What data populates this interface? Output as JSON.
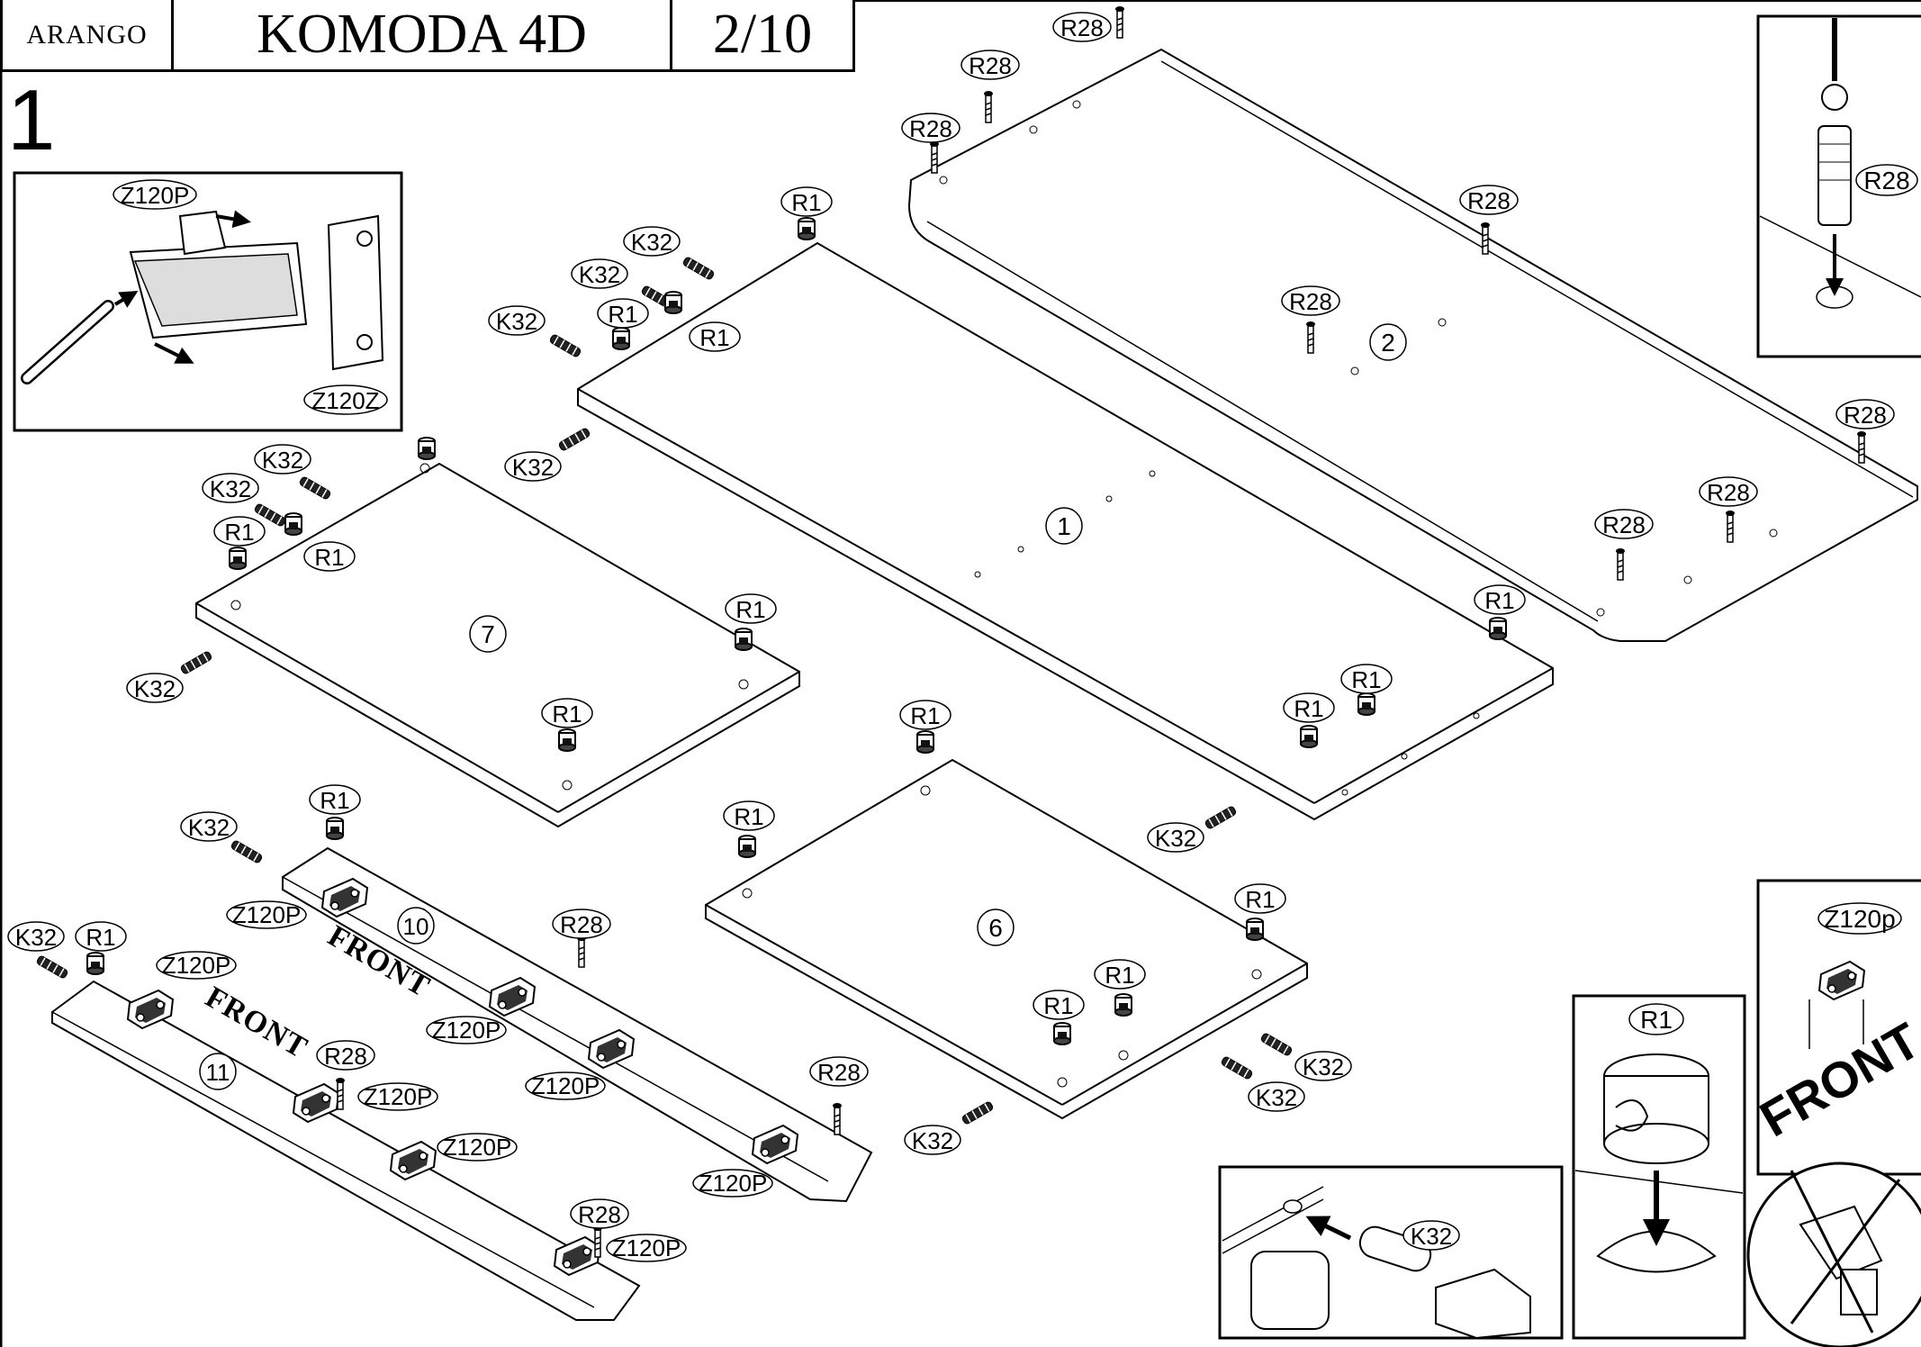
{
  "header": {
    "brand": "ARANGO",
    "title": "KOMODA 4D",
    "page": "2/10"
  },
  "step": "1",
  "labels": {
    "K32": "K32",
    "R1": "R1",
    "R28": "R28",
    "Z120P": "Z120P",
    "Z120Z": "Z120Z",
    "Z120p": "Z120p"
  },
  "panels": {
    "p1": "1",
    "p2": "2",
    "p6": "6",
    "p7": "7",
    "p10": "10",
    "p11": "11"
  },
  "front_text": "FRONT"
}
